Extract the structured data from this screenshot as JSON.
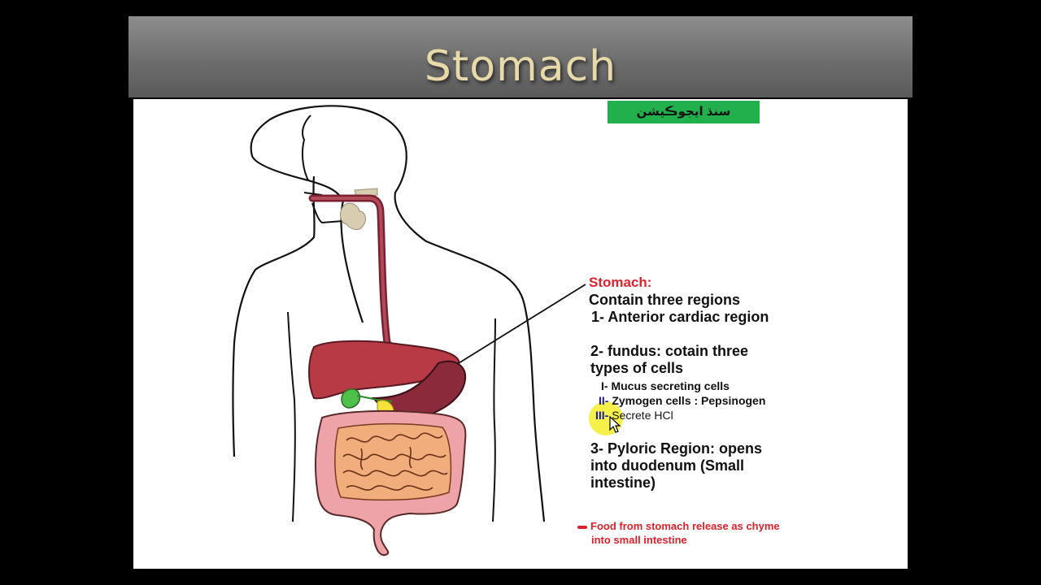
{
  "slide": {
    "title": "Stomach"
  },
  "badge": {
    "text": "سنڌ ايجوڪيشن"
  },
  "notes": {
    "heading": "Stomach:",
    "intro": "Contain three regions",
    "region1": "1- Anterior cardiac region",
    "region2_a": "2- fundus: cotain three",
    "region2_b": "types of cells",
    "cell1": "I- Mucus secreting cells",
    "cell2_num": "II-",
    "cell2_text": "Zymogen cells : Pepsinogen",
    "cell3_num": "III-",
    "cell3_text": "Secrete HCl",
    "region3_a": "3- Pyloric Region: opens",
    "region3_b": "into duodenum (Small",
    "region3_c": "intestine)",
    "food_a": "Food from stomach release as chyme",
    "food_b": "into small intestine"
  },
  "colors": {
    "heading_red": "#e0202a",
    "badge_green": "#22b04c",
    "liver": "#b83a44",
    "stomach": "#8a2a3a",
    "small_intestine": "#f2ad7c",
    "large_intestine": "#eea3a8",
    "gallbladder": "#4fc04a",
    "pancreas": "#f5e23a",
    "title_text": "#e8d9a8"
  }
}
